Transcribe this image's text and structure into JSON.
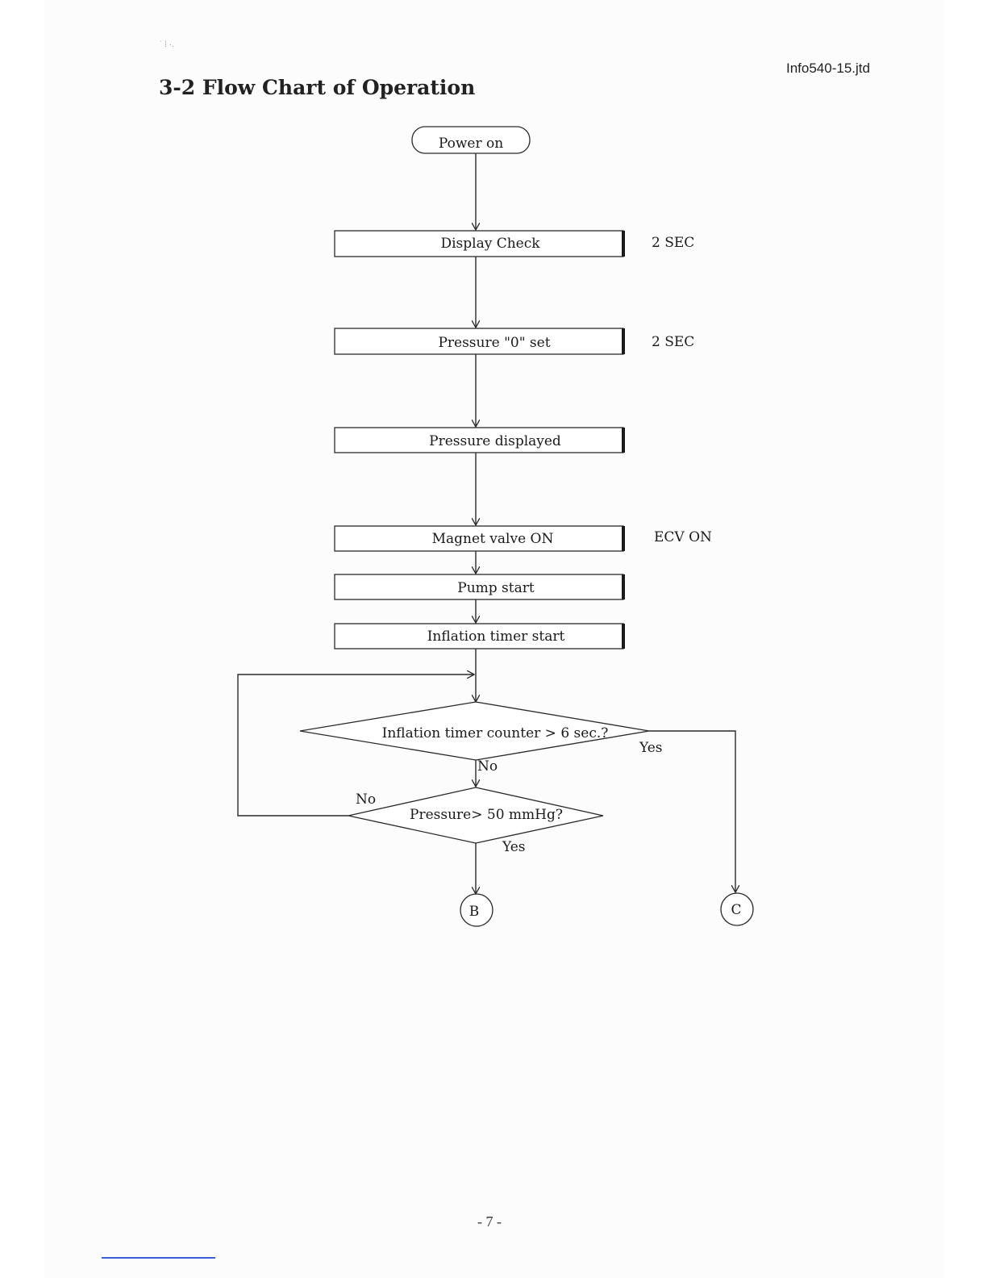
{
  "header": {
    "doc_id": "Info540-15.jtd",
    "title": "3-2 Flow Chart of Operation",
    "specks": "˙ ⁞ ·."
  },
  "flowchart": {
    "start": "Power on",
    "steps": [
      {
        "label": "Display Check",
        "note": "2 SEC"
      },
      {
        "label": "Pressure \"0\" set",
        "note": "2 SEC"
      },
      {
        "label": "Pressure displayed",
        "note": ""
      },
      {
        "label": "Magnet valve ON",
        "note": "ECV ON"
      },
      {
        "label": "Pump start",
        "note": ""
      },
      {
        "label": "Inflation timer start",
        "note": ""
      }
    ],
    "decisions": [
      {
        "label": "Inflation timer counter > 6 sec.?",
        "yes": "Yes",
        "no": "No"
      },
      {
        "label": "Pressure> 50 mmHg?",
        "yes": "Yes",
        "no": "No"
      }
    ],
    "connectors": [
      "B",
      "C"
    ]
  },
  "footer": {
    "page_number": "- 7 -"
  }
}
